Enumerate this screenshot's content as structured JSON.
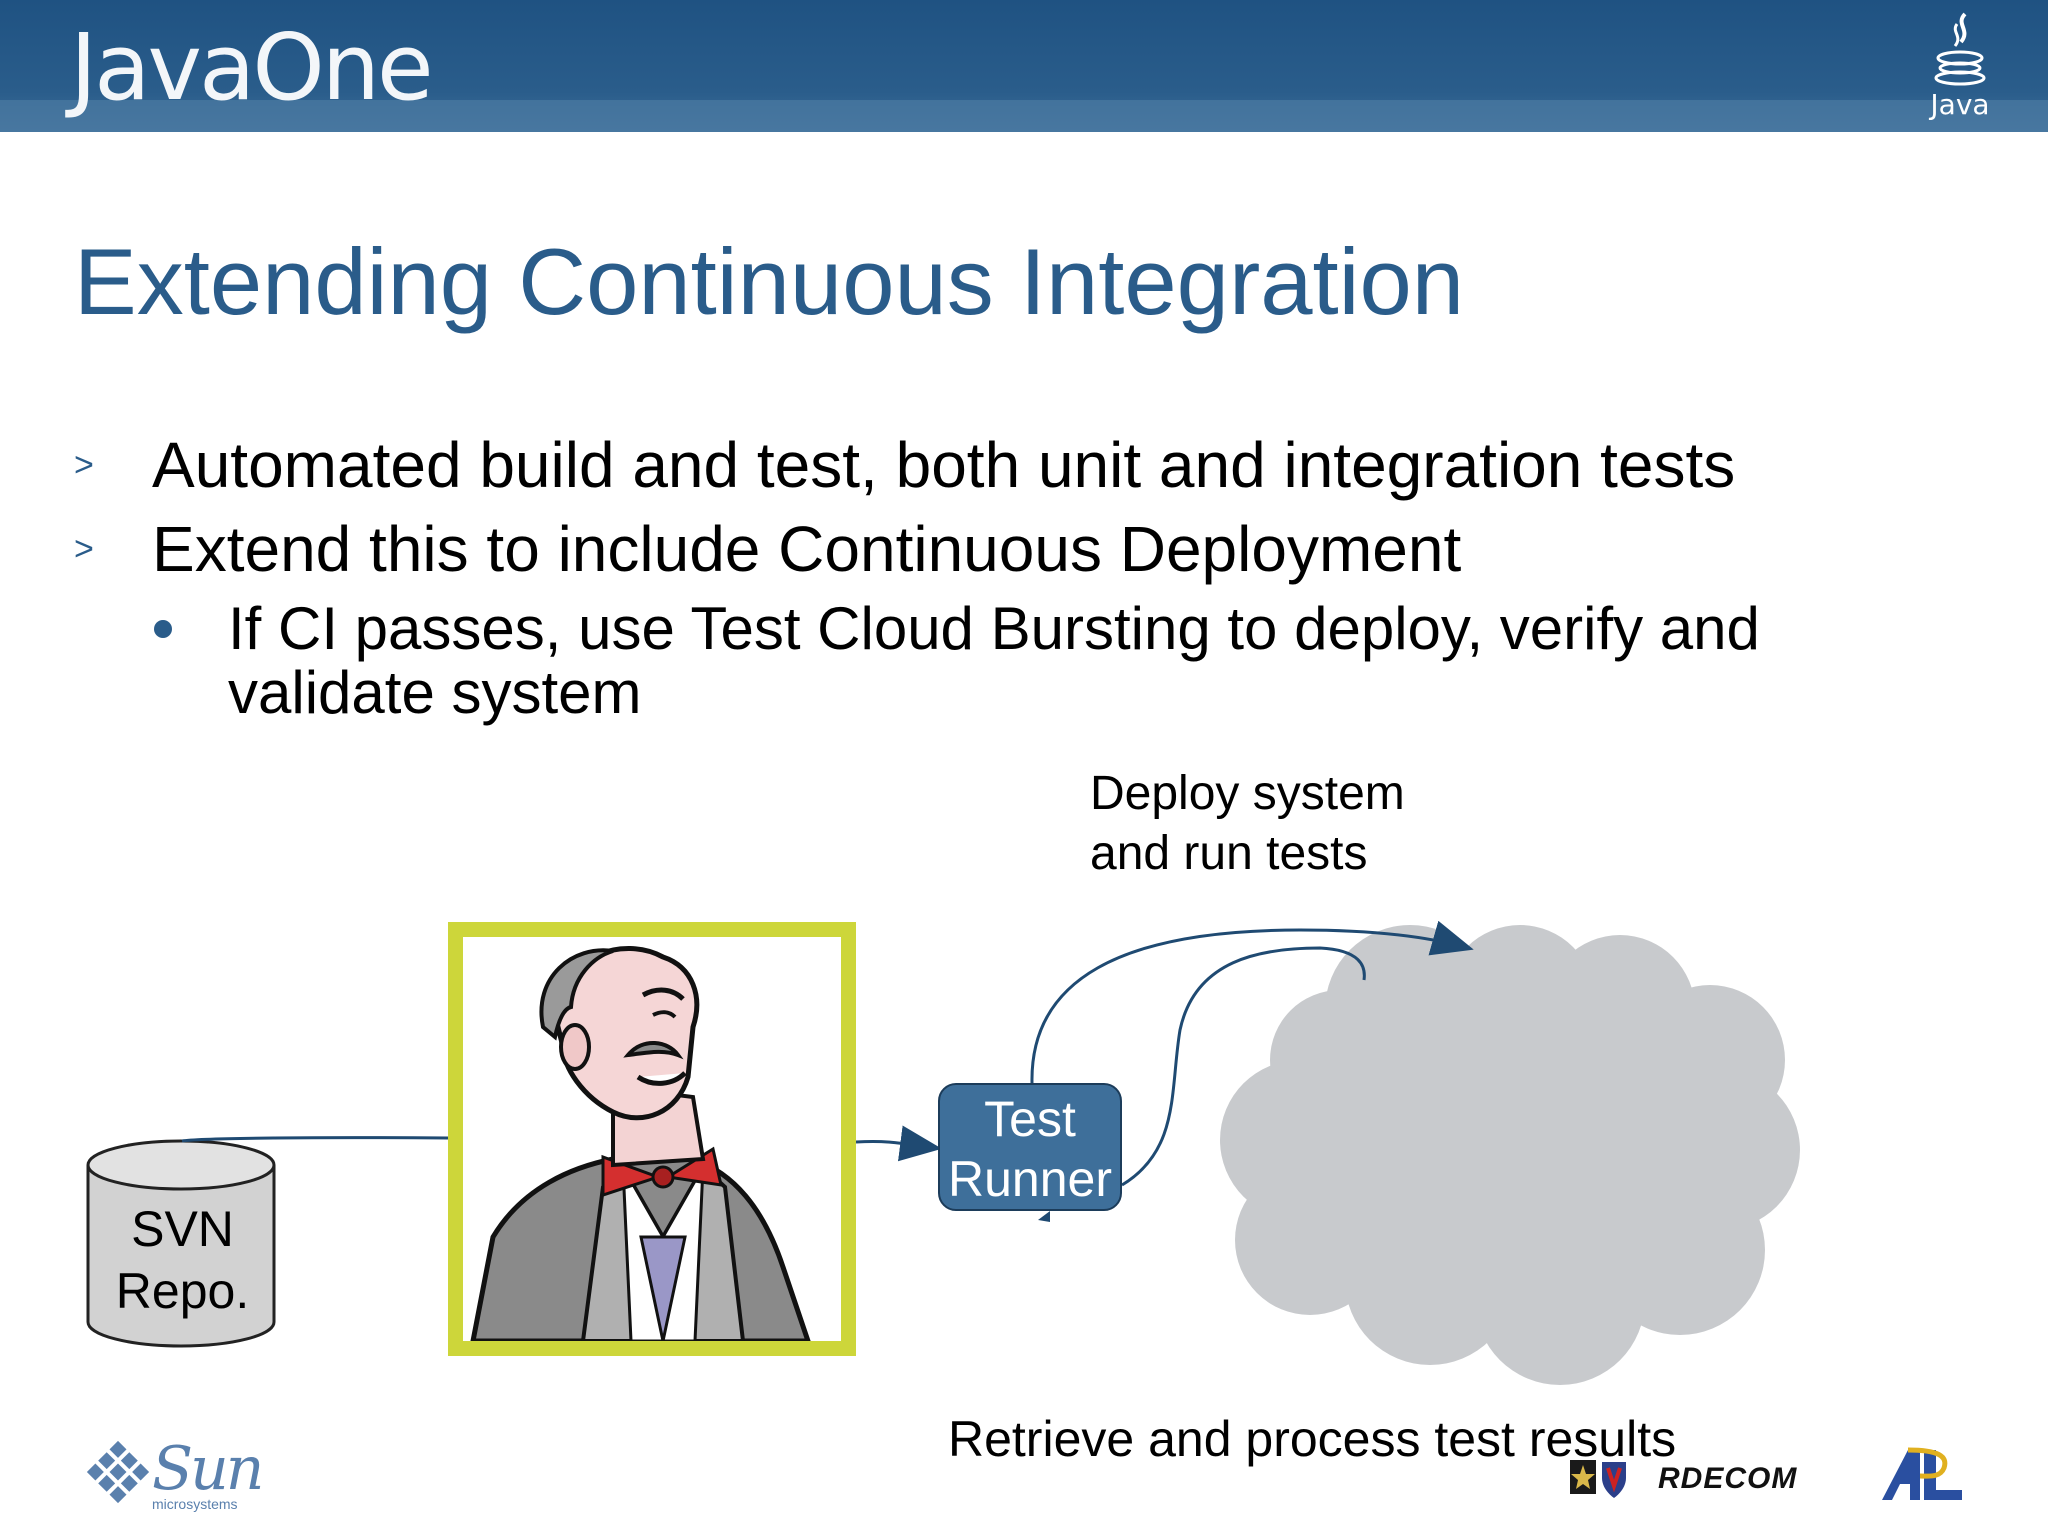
{
  "header": {
    "brand": "JavaOne",
    "java_logo_text": "Java"
  },
  "slide": {
    "title": "Extending Continuous Integration",
    "bullets": [
      {
        "marker": ">",
        "text": "Automated build and test, both unit and integration tests"
      },
      {
        "marker": ">",
        "text": "Extend this to include Continuous Deployment"
      }
    ],
    "sub_bullet": "If CI passes, use Test Cloud Bursting to deploy, verify and validate system"
  },
  "diagram": {
    "repo_line1": "SVN",
    "repo_line2": "Repo.",
    "test_runner_line1": "Test",
    "test_runner_line2": "Runner",
    "deploy_line1": "Deploy system",
    "deploy_line2": "and run tests",
    "retrieve_label": "Retrieve and process test results"
  },
  "footer": {
    "sun_brand": "Sun",
    "sun_sub": "microsystems",
    "rdecom": "RDECOM",
    "arl": "ARL"
  },
  "colors": {
    "header": "#1f5282",
    "title": "#2a5c8a",
    "frame": "#cdd63a",
    "cloud": "#c8cacd",
    "runner": "#3e6f9a"
  }
}
